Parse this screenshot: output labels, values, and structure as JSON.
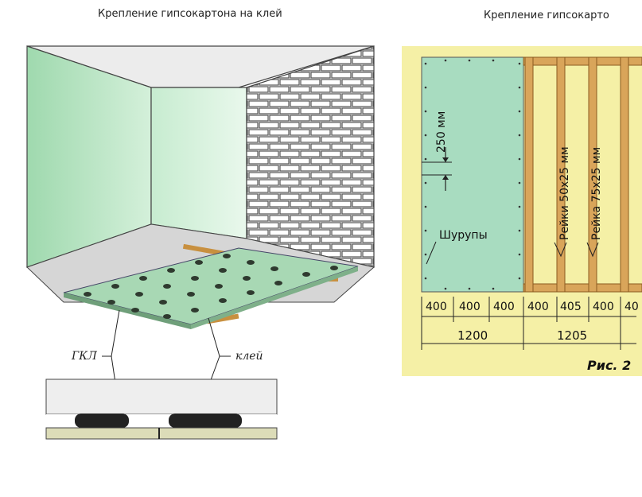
{
  "left_panel": {
    "title": "Крепление гипсокартона на клей",
    "label_gkl": "ГКЛ",
    "label_glue": "клей"
  },
  "right_panel": {
    "title": "Крепление гипсокарто",
    "label_250": "250 мм",
    "label_screws": "Шурупы",
    "label_rail1": "Рейки 50х25 мм",
    "label_rail2": "Рейка 75х25 мм",
    "dims": [
      "400",
      "400",
      "400",
      "400",
      "405",
      "400",
      "40"
    ],
    "totals": [
      "1200",
      "1205"
    ],
    "caption": "Рис. 2"
  },
  "colors": {
    "wall_green": "#bfe6c8",
    "sheet_green": "#9fd3b0",
    "brick": "#f2f2f2",
    "wood": "#d9a55a",
    "background_yellow": "#f5f0a6"
  }
}
